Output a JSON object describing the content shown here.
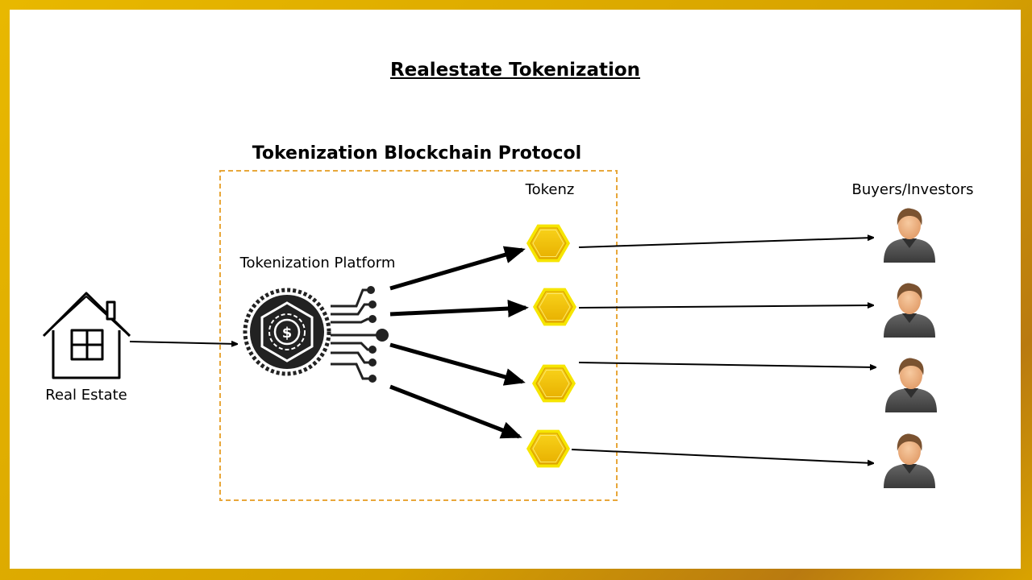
{
  "diagram": {
    "title": "Realestate Tokenization",
    "protocol_label": "Tokenization Blockchain Protocol",
    "platform_label": "Tokenization Platform",
    "tokens_label": "Tokenz",
    "buyers_label": "Buyers/Investors",
    "real_estate_label": "Real Estate",
    "icons": {
      "source": "house-icon",
      "platform": "coin-circuit-icon",
      "token": "hexagon-token-icon",
      "buyer": "person-icon"
    },
    "colors": {
      "frame": "#e0ae00",
      "box_border": "#e8a73a",
      "token_fill": "#f5c400",
      "token_border": "#f7e000",
      "person_shirt": "#4a4a4a",
      "person_skin": "#f0b98a",
      "person_hair": "#7a5230"
    }
  }
}
